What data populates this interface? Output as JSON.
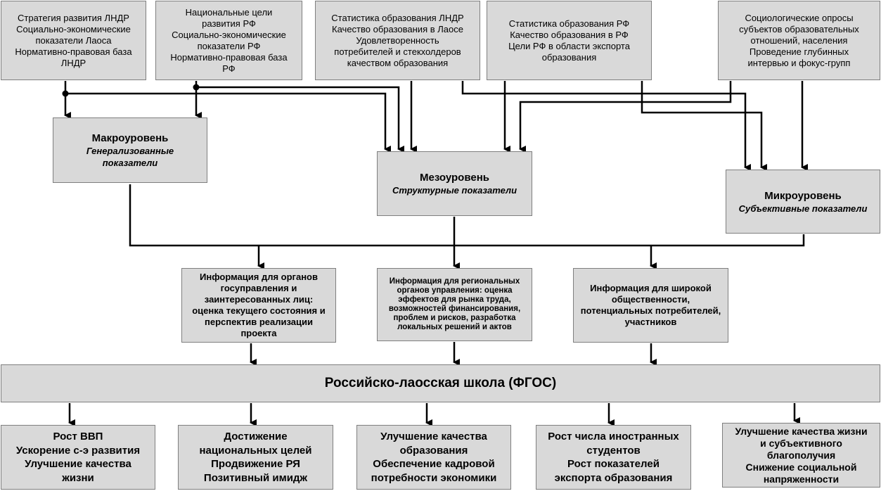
{
  "sources": [
    {
      "id": "src-laos-strategy",
      "text": "Стратегия развития ЛНДР\nСоциально-экономические\nпоказатели Лаоса\nНормативно-правовая база\nЛНДР"
    },
    {
      "id": "src-rf-goals",
      "text": "Национальные цели\nразвития РФ\nСоциально-экономические\nпоказатели РФ\nНормативно-правовая база\nРФ"
    },
    {
      "id": "src-laos-edu-stats",
      "text": "Статистика образования ЛНДР\nКачество образования в Лаосе\nУдовлетворенность\nпотребителей и стекхолдеров\nкачеством образования"
    },
    {
      "id": "src-rf-edu-stats",
      "text": "Статистика образования РФ\nКачество образования в РФ\nЦели РФ в области экспорта\nобразования"
    },
    {
      "id": "src-surveys",
      "text": "Социологические опросы\nсубъектов образовательных\nотношений, населения\nПроведение глубинных\nинтервью и фокус-групп"
    }
  ],
  "levels": {
    "macro": {
      "title": "Макроуровень",
      "subtitle": "Генерализованные\nпоказатели"
    },
    "meso": {
      "title": "Мезоуровень",
      "subtitle": "Структурные показатели"
    },
    "micro": {
      "title": "Микроуровень",
      "subtitle": "Субъективные показатели"
    }
  },
  "info": [
    {
      "id": "info-government",
      "text": "Информация для органов\nгосуправления и\nзаинтересованных лиц:\nоценка текущего состояния и\nперспектив реализации\nпроекта"
    },
    {
      "id": "info-regional",
      "text": "Информация для региональных\nорганов управления: оценка\nэффектов для рынка труда,\nвозможностей финансирования,\nпроблем и рисков, разработка\nлокальных решений и актов"
    },
    {
      "id": "info-public",
      "text": "Информация для широкой\nобщественности,\nпотенциальных потребителей,\nучастников"
    }
  ],
  "school": {
    "label": "Российско-лаосская школа (ФГОС)"
  },
  "results": [
    {
      "id": "result-gdp",
      "text": "Рост ВВП\nУскорение с-э развития\nУлучшение качества\nжизни"
    },
    {
      "id": "result-national-goals",
      "text": "Достижение\nнациональных целей\nПродвижение РЯ\nПозитивный имидж"
    },
    {
      "id": "result-education-quality",
      "text": "Улучшение качества\nобразования\nОбеспечение кадровой\nпотребности экономики"
    },
    {
      "id": "result-foreign-students",
      "text": "Рост числа иностранных\nстудентов\nРост показателей\nэкспорта образования"
    },
    {
      "id": "result-wellbeing",
      "text": "Улучшение качества жизни\nи субъективного\nблагополучия\nСнижение социальной\nнапряженности"
    }
  ]
}
